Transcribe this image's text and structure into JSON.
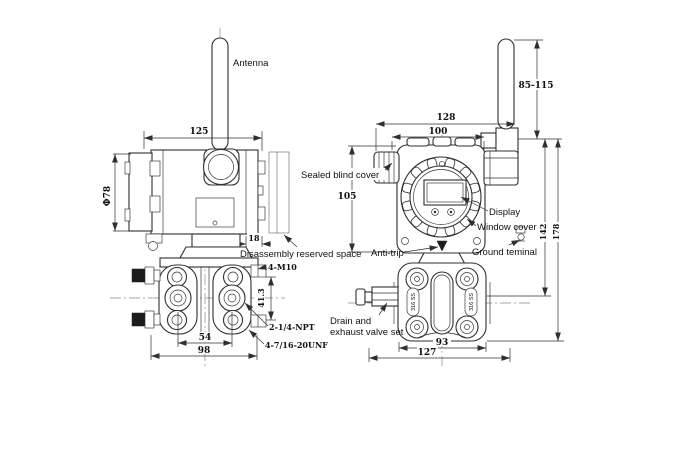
{
  "drawing": {
    "background": "#ffffff",
    "line_color": "#2f2f2f",
    "centerline_color": "#8a8a8a",
    "left_view": {
      "antenna_label": "Antenna",
      "dim_width_top": "125",
      "dim_diameter": "Φ78",
      "dim_cover_thickness": "18",
      "label_disassembly": "Disassembly reserved space",
      "dim_bolts": "4-M10",
      "dim_port_spacing": "41.3",
      "dim_process_connection": "2-1/4-NPT",
      "dim_port_distance": "54",
      "dim_flange_width": "98",
      "dim_vent_thread": "4-7/16-20UNF"
    },
    "right_view": {
      "dim_antenna_height": "85-115",
      "dim_width_overall": "128",
      "dim_width_body": "100",
      "dim_height_body": "105",
      "label_sealed_blind_cover": "Sealed blind cover",
      "label_display": "Display",
      "label_window_cover": "Window cover",
      "label_ground_terminal": "Ground teminal",
      "label_anti_trip": "Anti-trip",
      "label_drain_line1": "Drain and",
      "label_drain_line2": "exhaust valve set",
      "dim_height_mid": "142",
      "dim_height_overall": "178",
      "dim_flange_width": "93",
      "dim_width_bottom": "127",
      "flange_tag": "316 SS"
    }
  }
}
